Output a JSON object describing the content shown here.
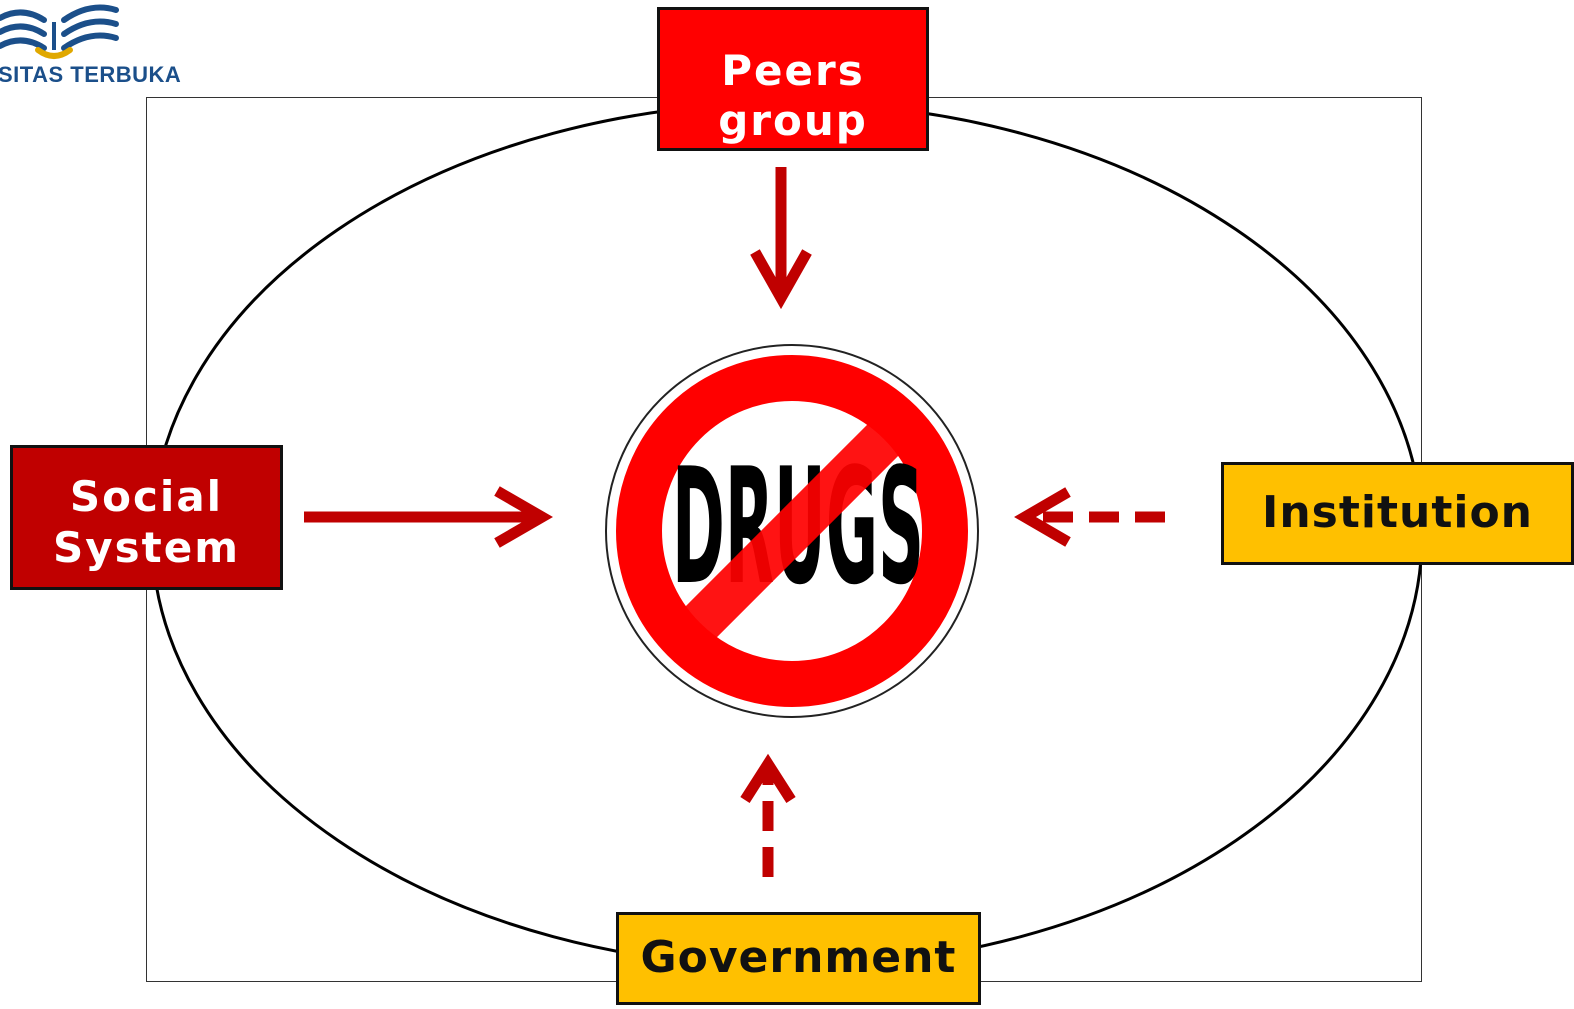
{
  "logo": {
    "text": "SITAS TERBUKA",
    "icon": "open-book-icon",
    "color": "#1b4f8a"
  },
  "sign": {
    "text": "DRUGS",
    "ring_color": "#ff0000",
    "text_color": "#000000"
  },
  "nodes": {
    "peers": {
      "lines": [
        "Peers",
        "group"
      ],
      "fill": "#ff0000",
      "text_color": "#ffffff",
      "connector": "solid"
    },
    "social": {
      "lines": [
        "Social",
        "System"
      ],
      "fill": "#c00000",
      "text_color": "#ffffff",
      "connector": "solid"
    },
    "institution": {
      "lines": [
        "Institution"
      ],
      "fill": "#ffc000",
      "text_color": "#000000",
      "connector": "dashed"
    },
    "government": {
      "lines": [
        "Government"
      ],
      "fill": "#ffc000",
      "text_color": "#000000",
      "connector": "dashed"
    }
  },
  "arrow_color": "#c00000"
}
